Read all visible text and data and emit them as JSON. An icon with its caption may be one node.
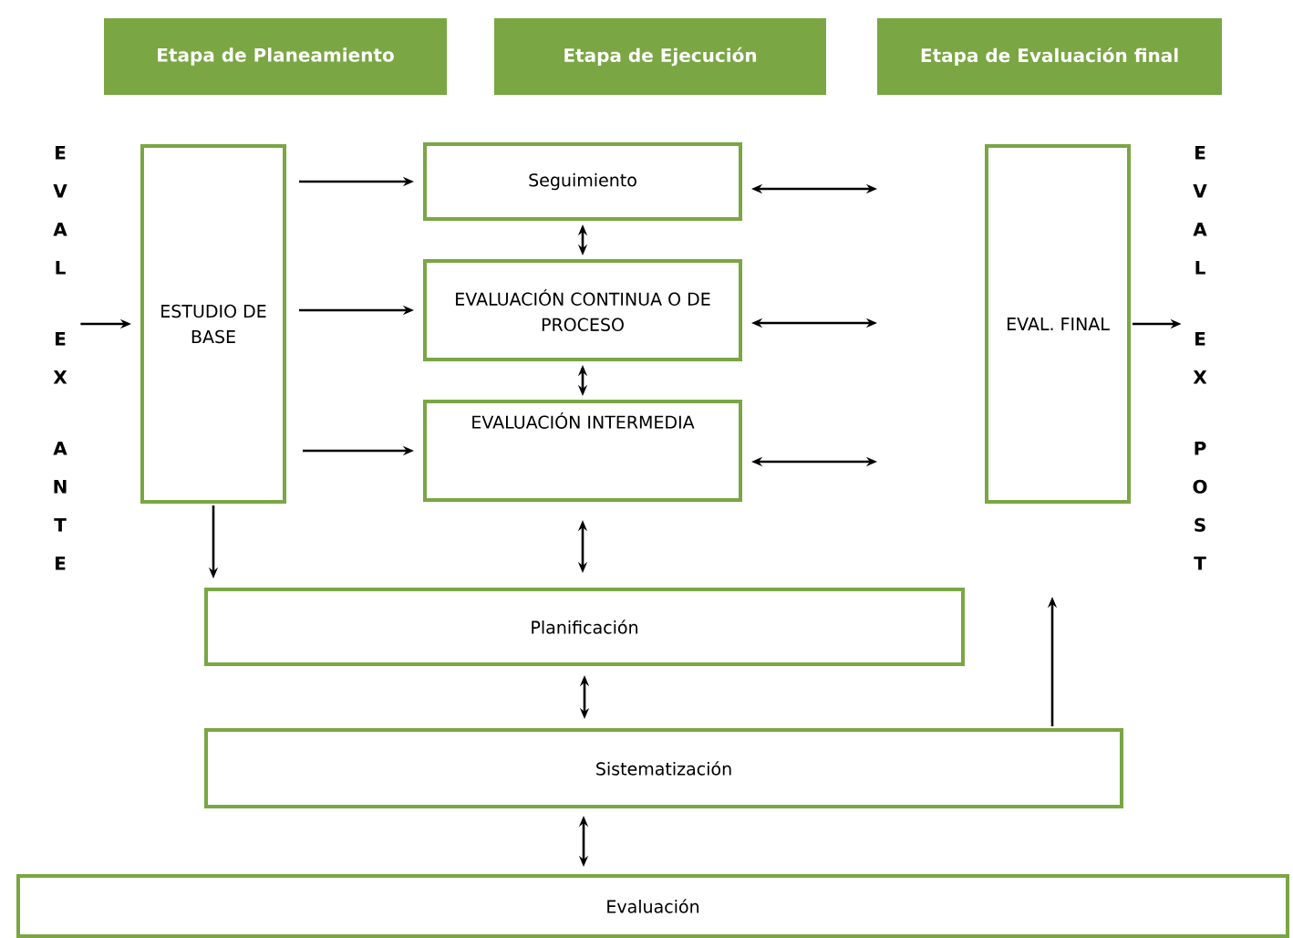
{
  "diagram": {
    "nodes": [
      {
        "text": [
          "Etapa de Planeamiento"
        ]
      },
      {
        "text": [
          "Etapa de Ejecución"
        ]
      },
      {
        "text": [
          "Etapa de Evaluación final"
        ]
      },
      {
        "text": [
          "EVAL",
          "EX",
          "ANTE"
        ]
      },
      {
        "text": [
          "ESTUDIO DE BASE"
        ]
      },
      {
        "text": [
          "Seguimiento"
        ]
      },
      {
        "text": [
          "EVALUACIÓN CONTINUA O DE PROCESO"
        ]
      },
      {
        "text": [
          "EVALUACIÓN INTERMEDIA"
        ]
      },
      {
        "text": [
          "EVAL. FINAL"
        ]
      },
      {
        "text": [
          "EVAL",
          "EX",
          "POST"
        ]
      },
      {
        "text": [
          "Planificación"
        ]
      },
      {
        "text": [
          "Sistematización"
        ]
      },
      {
        "text": [
          "Evaluación"
        ]
      }
    ],
    "edges": [
      {
        "from": 3,
        "to": 4,
        "arrow": "to"
      },
      {
        "from": 4,
        "to": 5,
        "arrow": "to"
      },
      {
        "from": 4,
        "to": 6,
        "arrow": "to"
      },
      {
        "from": 4,
        "to": 7,
        "arrow": "to"
      },
      {
        "from": 5,
        "to": 6,
        "arrow": "both"
      },
      {
        "from": 6,
        "to": 7,
        "arrow": "both"
      },
      {
        "from": 7,
        "to": 10,
        "arrow": "both"
      },
      {
        "from": 10,
        "to": 11,
        "arrow": "both"
      },
      {
        "from": 11,
        "to": 12,
        "arrow": "both"
      },
      {
        "from": 4,
        "to": 10,
        "arrow": "to"
      },
      {
        "from": 5,
        "to": null,
        "arrow": "both"
      },
      {
        "from": 6,
        "to": null,
        "arrow": "both"
      },
      {
        "from": 7,
        "to": null,
        "arrow": "both"
      },
      {
        "from": 8,
        "to": 9,
        "arrow": "to"
      },
      {
        "from": 11,
        "to": null,
        "arrow": "to"
      }
    ]
  }
}
